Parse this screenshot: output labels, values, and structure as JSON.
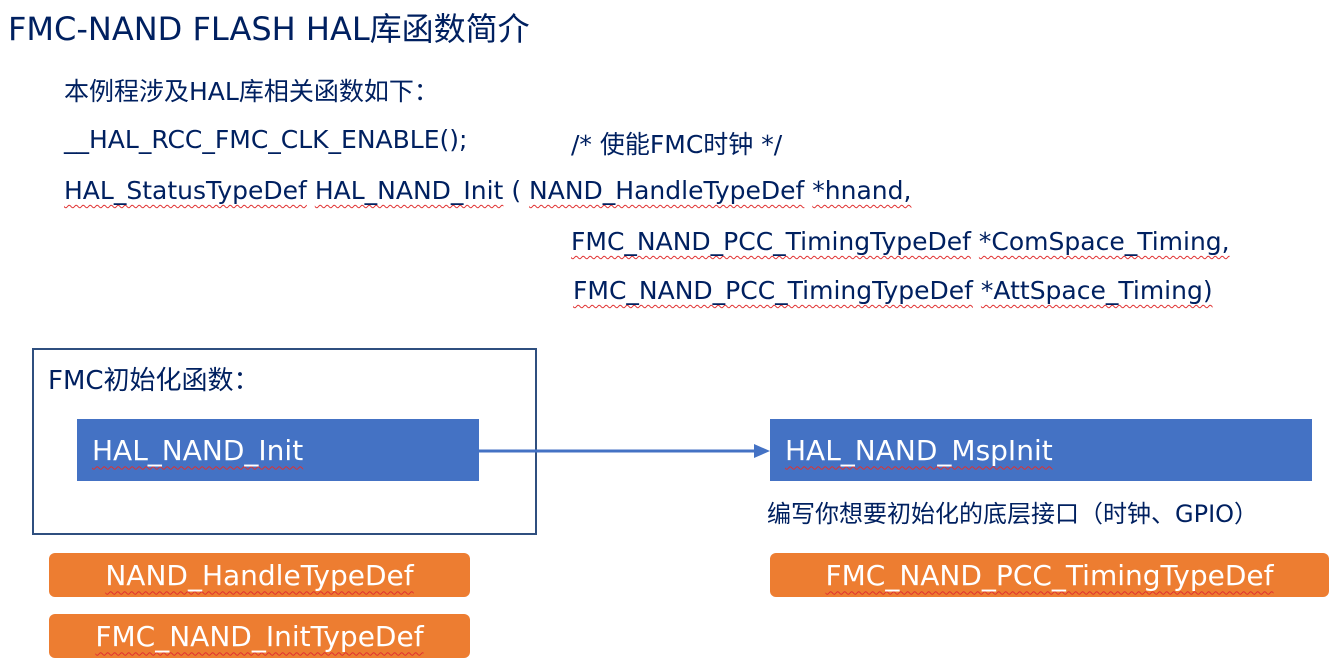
{
  "title": "FMC-NAND FLASH HAL库函数简介",
  "intro": "本例程涉及HAL库相关函数如下：",
  "clk_macro": "__HAL_RCC_FMC_CLK_ENABLE();",
  "clk_comment": "/* 使能FMC时钟 */",
  "init_sig": {
    "return_type": "HAL_StatusTypeDef",
    "func_name": "HAL_NAND_Init",
    "open_paren": "(",
    "param1_type": "NAND_HandleTypeDef",
    "param1_name": "*hnand,",
    "param2_type": "FMC_NAND_PCC_TimingTypeDef",
    "param2_name": "*ComSpace_Timing,",
    "param3_type": "FMC_NAND_PCC_TimingTypeDef",
    "param3_name": "*AttSpace_Timing)"
  },
  "diagram": {
    "frame_label": "FMC初始化函数：",
    "init_box": "HAL_NAND_Init",
    "msp_box": "HAL_NAND_MspInit",
    "msp_caption": "编写你想要初始化的底层接口（时钟、GPIO）",
    "handle_struct": "NAND_HandleTypeDef",
    "init_struct": "FMC_NAND_InitTypeDef",
    "timing_struct": "FMC_NAND_PCC_TimingTypeDef"
  },
  "colors": {
    "text_navy": "#002060",
    "box_blue": "#4472c4",
    "box_orange": "#ed7d31",
    "spell_squiggle": "#e03030"
  }
}
